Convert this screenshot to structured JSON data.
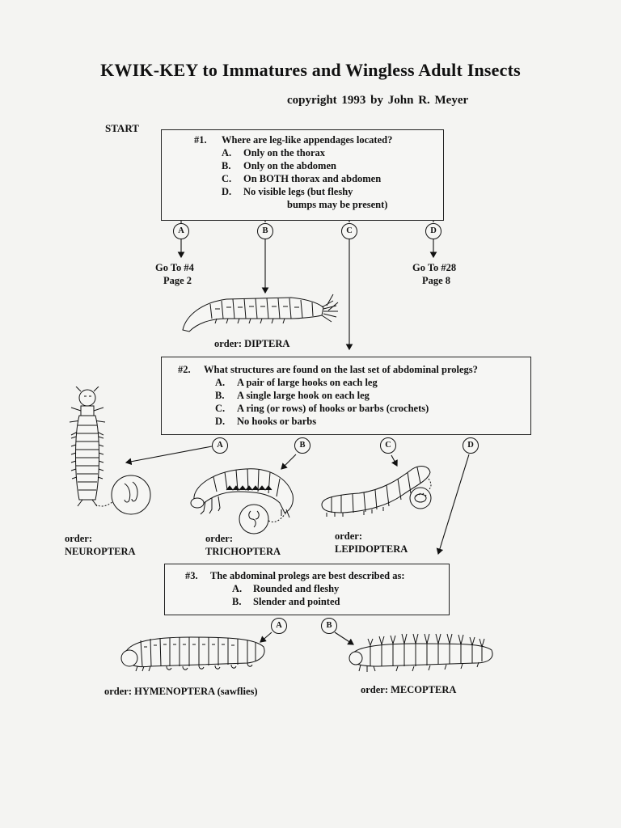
{
  "title": "KWIK-KEY to Immatures and Wingless Adult Insects",
  "copyright": "copyright  1993  by  John R. Meyer",
  "start": "START",
  "q1": {
    "number": "#1.",
    "question": "Where are leg-like appendages located?",
    "options": [
      {
        "letter": "A.",
        "text": "Only on the thorax"
      },
      {
        "letter": "B.",
        "text": "Only on the abdomen"
      },
      {
        "letter": "C.",
        "text": "On BOTH thorax and abdomen"
      },
      {
        "letter": "D.",
        "text": "No visible legs  (but fleshy"
      }
    ],
    "option_d_cont": "bumps may be present)"
  },
  "q1_outcomes": {
    "a_circle": "A",
    "b_circle": "B",
    "c_circle": "C",
    "d_circle": "D",
    "a_goto": "Go To #4",
    "a_page": "Page 2",
    "d_goto": "Go To #28",
    "d_page": "Page 8",
    "b_order": "order:  DIPTERA"
  },
  "q2": {
    "number": "#2.",
    "question": "What structures are found on the last set of abdominal prolegs?",
    "options": [
      {
        "letter": "A.",
        "text": "A pair of large hooks on each leg"
      },
      {
        "letter": "B.",
        "text": "A single large hook on each leg"
      },
      {
        "letter": "C.",
        "text": "A ring (or rows) of hooks or barbs (crochets)"
      },
      {
        "letter": "D.",
        "text": "No hooks or barbs"
      }
    ]
  },
  "q2_outcomes": {
    "a_circle": "A",
    "b_circle": "B",
    "c_circle": "C",
    "d_circle": "D",
    "neuroptera_label": "order:",
    "neuroptera_name": "NEUROPTERA",
    "trichoptera_label": "order:",
    "trichoptera_name": "TRICHOPTERA",
    "lepidoptera_label": "order:",
    "lepidoptera_name": "LEPIDOPTERA"
  },
  "q3": {
    "number": "#3.",
    "question": "The abdominal prolegs are best described as:",
    "options": [
      {
        "letter": "A.",
        "text": "Rounded and fleshy"
      },
      {
        "letter": "B.",
        "text": "Slender and pointed"
      }
    ]
  },
  "q3_outcomes": {
    "a_circle": "A",
    "b_circle": "B",
    "hymenoptera": "order:  HYMENOPTERA (sawflies)",
    "mecoptera": "order:  MECOPTERA"
  }
}
